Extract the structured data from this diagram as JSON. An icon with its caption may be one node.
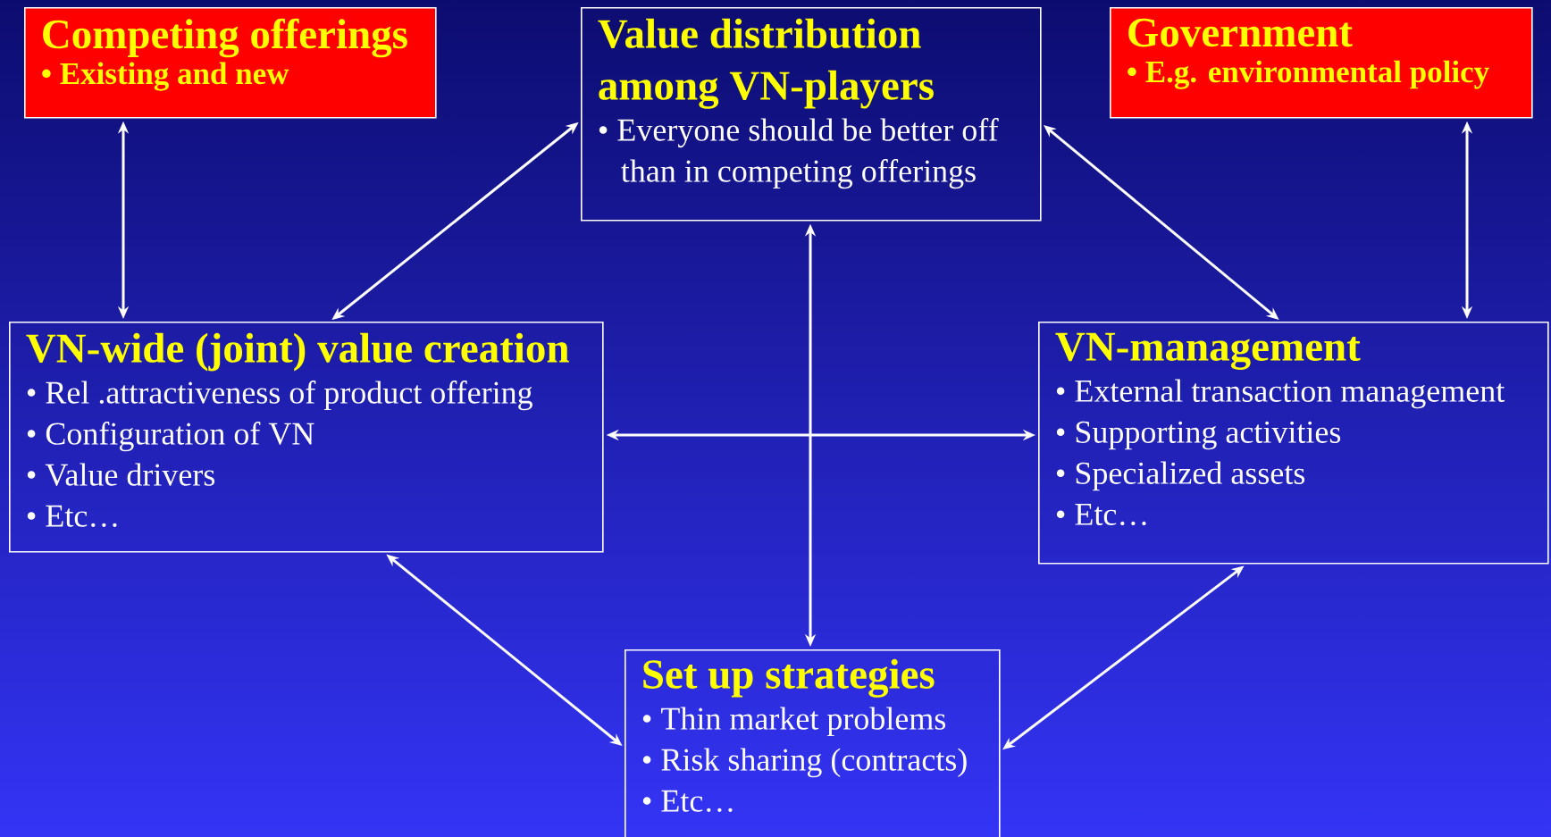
{
  "diagram": {
    "nodes": [
      {
        "text": [
          "Competing offerings",
          "• Existing and new"
        ]
      },
      {
        "text": [
          "Value distribution among VN-players",
          "• Everyone should be better off than in competing offerings"
        ]
      },
      {
        "text": [
          "Government",
          "• E.g. environmental policy"
        ]
      },
      {
        "text": [
          "VN-wide (joint) value creation",
          "• Rel .attractiveness of product offering",
          "• Configuration of VN",
          "• Value drivers",
          "• Etc…"
        ]
      },
      {
        "text": [
          "VN-management",
          "• External transaction management",
          "• Supporting activities",
          "• Specialized assets",
          "• Etc…"
        ]
      },
      {
        "text": [
          "Set up strategies",
          "• Thin market problems",
          "• Risk sharing (contracts)",
          "• Etc…"
        ]
      }
    ],
    "edges": [
      {
        "from": 0,
        "to": 3,
        "arrow": "both"
      },
      {
        "from": 1,
        "to": 3,
        "arrow": "both"
      },
      {
        "from": 1,
        "to": 4,
        "arrow": "both"
      },
      {
        "from": 2,
        "to": 4,
        "arrow": "both"
      },
      {
        "from": 3,
        "to": 4,
        "arrow": "both"
      },
      {
        "from": 1,
        "to": 5,
        "arrow": "both"
      },
      {
        "from": 3,
        "to": 5,
        "arrow": "both"
      },
      {
        "from": 4,
        "to": 5,
        "arrow": "both"
      }
    ]
  }
}
